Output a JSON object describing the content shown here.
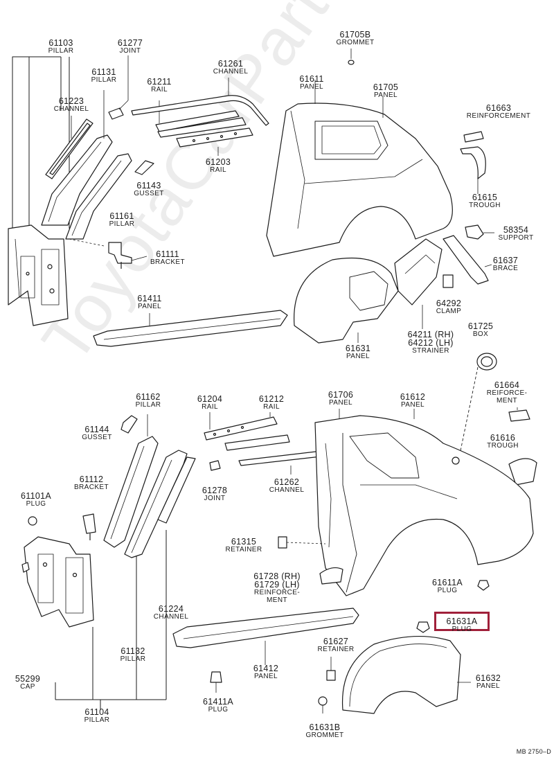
{
  "parts": [
    {
      "num": "61103",
      "name": "PILLAR"
    },
    {
      "num": "61277",
      "name": "JOINT"
    },
    {
      "num": "61131",
      "name": "PILLAR"
    },
    {
      "num": "61223",
      "name": "CHANNEL"
    },
    {
      "num": "61211",
      "name": "RAIL"
    },
    {
      "num": "61261",
      "name": "CHANNEL"
    },
    {
      "num": "61203",
      "name": "RAIL"
    },
    {
      "num": "61143",
      "name": "GUSSET"
    },
    {
      "num": "61161",
      "name": "PILLAR"
    },
    {
      "num": "61111",
      "name": "BRACKET"
    },
    {
      "num": "61411",
      "name": "PANEL"
    },
    {
      "num": "61705B",
      "name": "GROMMET"
    },
    {
      "num": "61611",
      "name": "PANEL"
    },
    {
      "num": "61705",
      "name": "PANEL"
    },
    {
      "num": "61663",
      "name": "REINFORCEMENT"
    },
    {
      "num": "61615",
      "name": "TROUGH"
    },
    {
      "num": "58354",
      "name": "SUPPORT"
    },
    {
      "num": "61637",
      "name": "BRACE"
    },
    {
      "num": "64292",
      "name": "CLAMP"
    },
    {
      "num": "64211 (RH)",
      "name": "64212 (LH)",
      "name2": "STRAINER"
    },
    {
      "num": "61631",
      "name": "PANEL"
    },
    {
      "num": "61725",
      "name": "BOX"
    },
    {
      "num": "61664",
      "name": "REIFORCE-",
      "name2": "MENT"
    },
    {
      "num": "61616",
      "name": "TROUGH"
    },
    {
      "num": "61162",
      "name": "PILLAR"
    },
    {
      "num": "61144",
      "name": "GUSSET"
    },
    {
      "num": "61204",
      "name": "RAIL"
    },
    {
      "num": "61212",
      "name": "RAIL"
    },
    {
      "num": "61706",
      "name": "PANEL"
    },
    {
      "num": "61612",
      "name": "PANEL"
    },
    {
      "num": "61112",
      "name": "BRACKET"
    },
    {
      "num": "61101A",
      "name": "PLUG"
    },
    {
      "num": "61278",
      "name": "JOINT"
    },
    {
      "num": "61262",
      "name": "CHANNEL"
    },
    {
      "num": "61315",
      "name": "RETAINER"
    },
    {
      "num": "61728 (RH)",
      "name": "61729 (LH)",
      "name2": "REINFORCE-",
      "name3": "MENT"
    },
    {
      "num": "61611A",
      "name": "PLUG"
    },
    {
      "num": "61631A",
      "name": "PLUG"
    },
    {
      "num": "61224",
      "name": "CHANNEL"
    },
    {
      "num": "61132",
      "name": "PILLAR"
    },
    {
      "num": "61627",
      "name": "RETAINER"
    },
    {
      "num": "55299",
      "name": "CAP"
    },
    {
      "num": "61412",
      "name": "PANEL"
    },
    {
      "num": "61632",
      "name": "PANEL"
    },
    {
      "num": "61104",
      "name": "PILLAR"
    },
    {
      "num": "61411A",
      "name": "PLUG"
    },
    {
      "num": "61631B",
      "name": "GROMMET"
    }
  ],
  "reference": "MB 2750–D",
  "watermark": "ToyotaCarParts.ru",
  "highlight_color": "#a0203a"
}
